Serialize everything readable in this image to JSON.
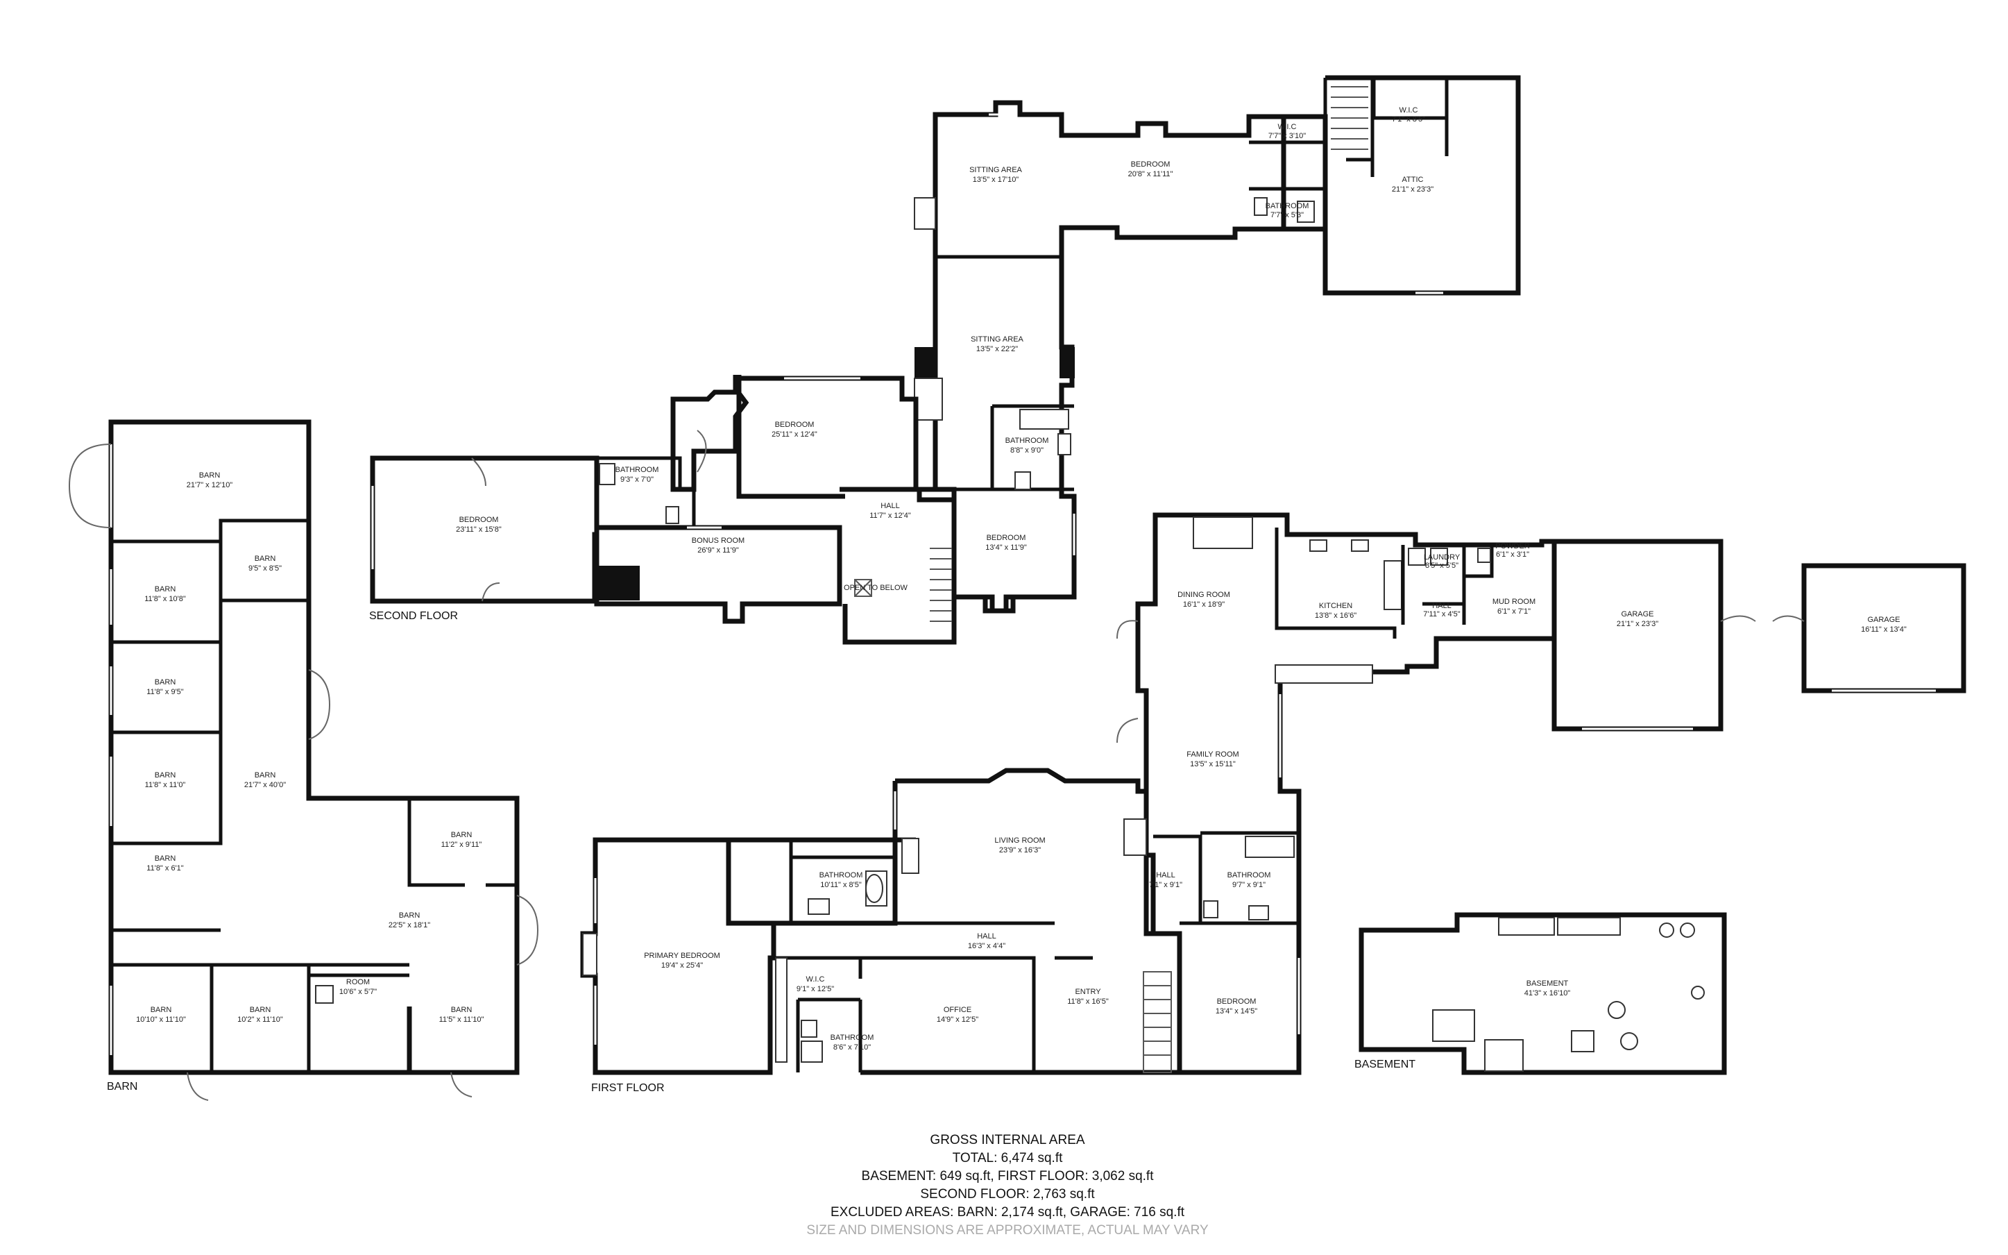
{
  "floors": {
    "second": "SECOND FLOOR",
    "first": "FIRST FLOOR",
    "barn": "BARN",
    "basement": "BASEMENT"
  },
  "rooms": {
    "sitting_area_top": {
      "name": "SITTING AREA",
      "dim": "13'5\" x 17'10\""
    },
    "bedroom_top": {
      "name": "BEDROOM",
      "dim": "20'8\" x 11'11\""
    },
    "wic_top": {
      "name": "W.I.C",
      "dim": "7'7\" x 3'10\""
    },
    "bathroom_top": {
      "name": "BATHROOM",
      "dim": "7'7\" x 5'3\""
    },
    "wic_attic": {
      "name": "W.I.C",
      "dim": "7'1\" x 8'5\""
    },
    "attic": {
      "name": "ATTIC",
      "dim": "21'1\" x 23'3\""
    },
    "sitting_area_mid": {
      "name": "SITTING AREA",
      "dim": "13'5\" x 22'2\""
    },
    "bedroom_2_1": {
      "name": "BEDROOM",
      "dim": "25'11\" x 12'4\""
    },
    "bathroom_2_1": {
      "name": "BATHROOM",
      "dim": "8'8\" x 9'0\""
    },
    "bedroom_2_2": {
      "name": "BEDROOM",
      "dim": "23'11\" x 15'8\""
    },
    "bathroom_2_2": {
      "name": "BATHROOM",
      "dim": "9'3\" x 7'0\""
    },
    "hall_2": {
      "name": "HALL",
      "dim": "11'7\" x 12'4\""
    },
    "bonus_room": {
      "name": "BONUS ROOM",
      "dim": "26'9\" x 11'9\""
    },
    "bedroom_2_3": {
      "name": "BEDROOM",
      "dim": "13'4\" x 11'9\""
    },
    "open_to_below": {
      "name": "OPEN TO BELOW"
    },
    "dining_room": {
      "name": "DINING ROOM",
      "dim": "16'1\" x 18'9\""
    },
    "kitchen": {
      "name": "KITCHEN",
      "dim": "13'8\" x 16'6\""
    },
    "laundry": {
      "name": "LAUNDRY",
      "dim": "8'5\" x 5'5\""
    },
    "powder": {
      "name": "POWDER",
      "dim": "6'1\" x 3'1\""
    },
    "hall_kitchen": {
      "name": "HALL",
      "dim": "7'11\" x 4'5\""
    },
    "mud_room": {
      "name": "MUD ROOM",
      "dim": "6'1\" x 7'1\""
    },
    "garage_1": {
      "name": "GARAGE",
      "dim": "21'1\" x 23'3\""
    },
    "garage_2": {
      "name": "GARAGE",
      "dim": "16'11\" x 13'4\""
    },
    "family_room": {
      "name": "FAMILY ROOM",
      "dim": "13'5\" x 15'11\""
    },
    "living_room": {
      "name": "LIVING ROOM",
      "dim": "23'9\" x 16'3\""
    },
    "bathroom_1_1": {
      "name": "BATHROOM",
      "dim": "10'11\" x 8'5\""
    },
    "primary_bedroom": {
      "name": "PRIMARY BEDROOM",
      "dim": "19'4\" x 25'4\""
    },
    "hall_1_1": {
      "name": "HALL",
      "dim": "7'1\" x 9'1\""
    },
    "bathroom_1_2": {
      "name": "BATHROOM",
      "dim": "9'7\" x 9'1\""
    },
    "hall_1_2": {
      "name": "HALL",
      "dim": "16'3\" x 4'4\""
    },
    "wic_1": {
      "name": "W.I.C",
      "dim": "9'1\" x 12'5\""
    },
    "office": {
      "name": "OFFICE",
      "dim": "14'9\" x 12'5\""
    },
    "entry": {
      "name": "ENTRY",
      "dim": "11'8\" x 16'5\""
    },
    "bedroom_1": {
      "name": "BEDROOM",
      "dim": "13'4\" x 14'5\""
    },
    "bathroom_1_3": {
      "name": "BATHROOM",
      "dim": "8'6\" x 7'10\""
    },
    "basement": {
      "name": "BASEMENT",
      "dim": "41'3\" x 16'10\""
    },
    "barn_1": {
      "name": "BARN",
      "dim": "21'7\" x 12'10\""
    },
    "barn_2": {
      "name": "BARN",
      "dim": "9'5\" x 8'5\""
    },
    "barn_3": {
      "name": "BARN",
      "dim": "11'8\" x 10'8\""
    },
    "barn_4": {
      "name": "BARN",
      "dim": "11'8\" x 9'5\""
    },
    "barn_5": {
      "name": "BARN",
      "dim": "21'7\" x 40'0\""
    },
    "barn_6": {
      "name": "BARN",
      "dim": "11'8\" x 11'0\""
    },
    "barn_7": {
      "name": "BARN",
      "dim": "11'8\" x 6'1\""
    },
    "barn_8": {
      "name": "BARN",
      "dim": "11'2\" x 9'11\""
    },
    "barn_9": {
      "name": "BARN",
      "dim": "22'5\" x 18'1\""
    },
    "barn_10": {
      "name": "BARN",
      "dim": "10'10\" x 11'10\""
    },
    "barn_11": {
      "name": "BARN",
      "dim": "10'2\" x 11'10\""
    },
    "barn_room": {
      "name": "ROOM",
      "dim": "10'6\" x 5'7\""
    },
    "barn_12": {
      "name": "BARN",
      "dim": "11'5\" x 11'10\""
    }
  },
  "area": {
    "heading": "GROSS INTERNAL AREA",
    "total": "TOTAL: 6,474 sq.ft",
    "line2": "BASEMENT: 649 sq.ft, FIRST FLOOR: 3,062 sq.ft",
    "line3": "SECOND FLOOR: 2,763 sq.ft",
    "line4": "EXCLUDED AREAS: BARN: 2,174 sq.ft, GARAGE: 716 sq.ft",
    "note": "SIZE AND DIMENSIONS ARE APPROXIMATE, ACTUAL MAY VARY"
  }
}
